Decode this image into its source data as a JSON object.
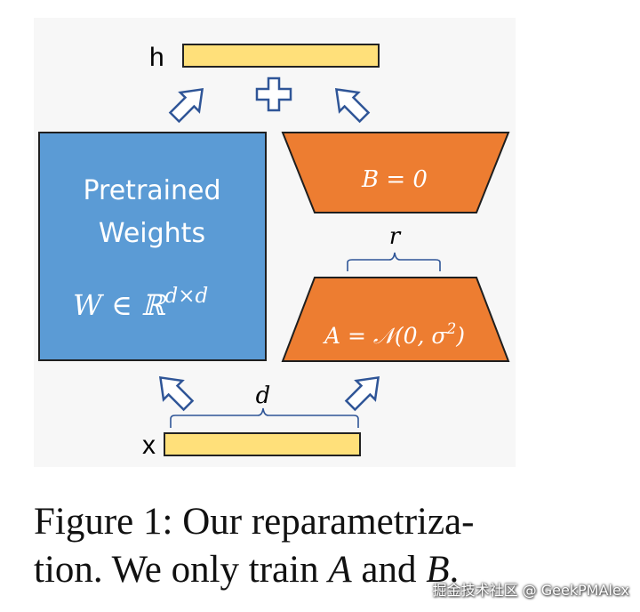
{
  "diagram": {
    "h_label": "h",
    "x_label": "x",
    "plus_symbol": "+",
    "pretrained_title_line1": "Pretrained",
    "pretrained_title_line2": "Weights",
    "pretrained_formula": "W ∈ ℝ",
    "pretrained_formula_sup": "d×d",
    "b_label": "B = 0",
    "a_label_prefix": "A = 𝒩(0, σ",
    "a_label_sup": "2",
    "a_label_suffix": ")",
    "r_label": "r",
    "d_label": "d"
  },
  "caption": {
    "text_line1": "Figure 1: Our reparametriza-",
    "text_line2_pre": "tion. We only train ",
    "var_a": "A",
    "text_and": " and ",
    "var_b": "B",
    "text_end": "."
  },
  "watermark": {
    "text": "掘金技术社区 @ GeekPMAlex"
  },
  "colors": {
    "bar_fill": "#FFE07A",
    "blue_box": "#5B9BD5",
    "orange": "#ED7D31",
    "arrow_stroke": "#2F5597"
  }
}
